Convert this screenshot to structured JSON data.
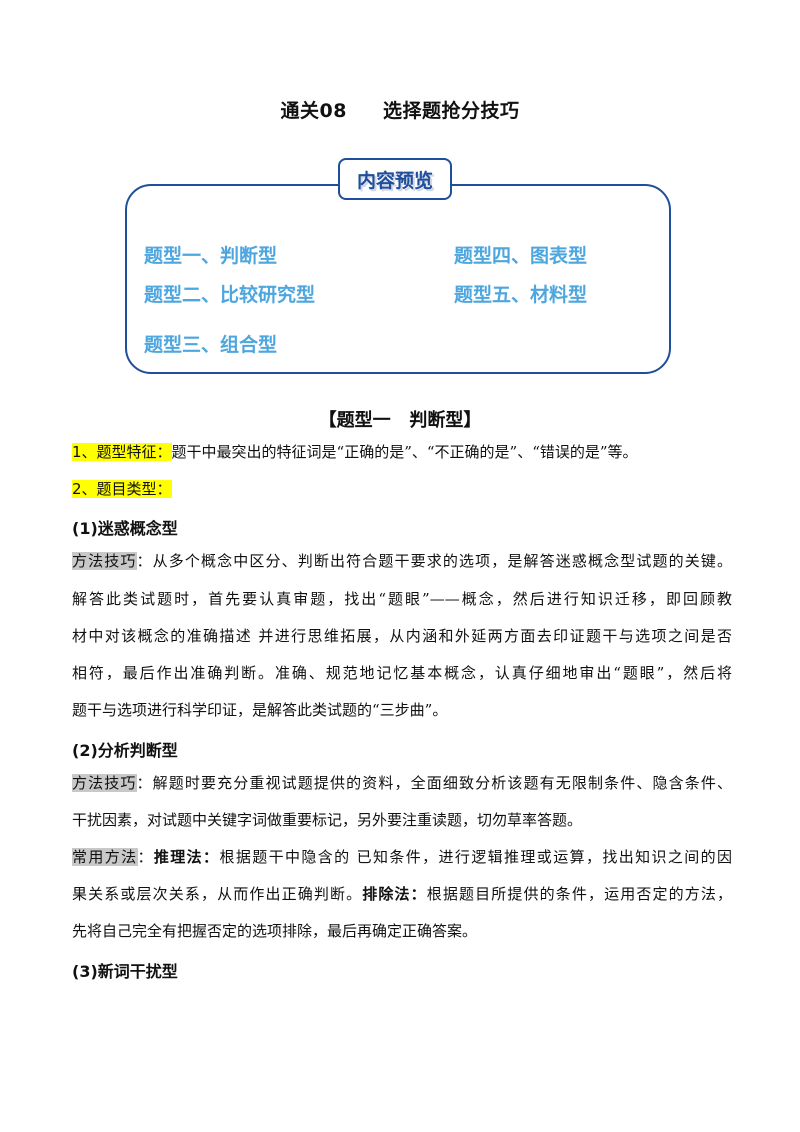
{
  "doc_title": {
    "part1": "通关08",
    "part2": "选择题抢分技巧"
  },
  "overview": {
    "badge": "内容预览",
    "items": [
      "题型一、判断型",
      "题型四、图表型",
      "题型二、比较研究型",
      "题型五、材料型",
      "题型三、组合型"
    ]
  },
  "section1": {
    "title": "【题型一   判断型】",
    "feature_label": "1、题型特征：",
    "feature_text": "题干中最突出的特征词是“正确的是”、“不正确的是”、“错误的是”等。",
    "types_label": "2、题目类型：",
    "sub1": {
      "heading": "(1)迷惑概念型",
      "label": "方法技巧",
      "lines": [
        "：从多个概念中区分、判断出符合题干要求的选项，是解答迷惑概念型试题的关键。",
        "解答此类试题时，首先要认真审题，找出“题眼”——概念，然后进行知识迁移，即回顾教",
        "材中对该概念的准确描述 并进行思维拓展，从内涵和外延两方面去印证题干与选项之间是否",
        "相符，最后作出准确判断。准确、规范地记忆基本概念，认真仔细地审出“题眼”，然后将",
        "题干与选项进行科学印证，是解答此类试题的“三步曲”。"
      ]
    },
    "sub2": {
      "heading": "(2)分析判断型",
      "label": "方法技巧",
      "lines": [
        "：解题时要充分重视试题提供的资料，全面细致分析该题有无限制条件、隐含条件、",
        "干扰因素，对试题中关键字词做重要标记，另外要注重读题，切勿草率答题。"
      ],
      "common_label": "常用方法",
      "common_colon": "：",
      "m1_name": "推理法：",
      "m1_text": "根据题干中隐含的 已知条件，进行逻辑推理或运算，找出知识之间的因",
      "m1_line2": "果关系或层次关系，从而作出正确判断。",
      "m2_name": "排除法：",
      "m2_text": "根据题目所提供的条件，运用否定的方法，",
      "m2_line3": "先将自己完全有把握否定的选项排除，最后再确定正确答案。"
    },
    "sub3": {
      "heading": "(3)新词干扰型"
    }
  }
}
